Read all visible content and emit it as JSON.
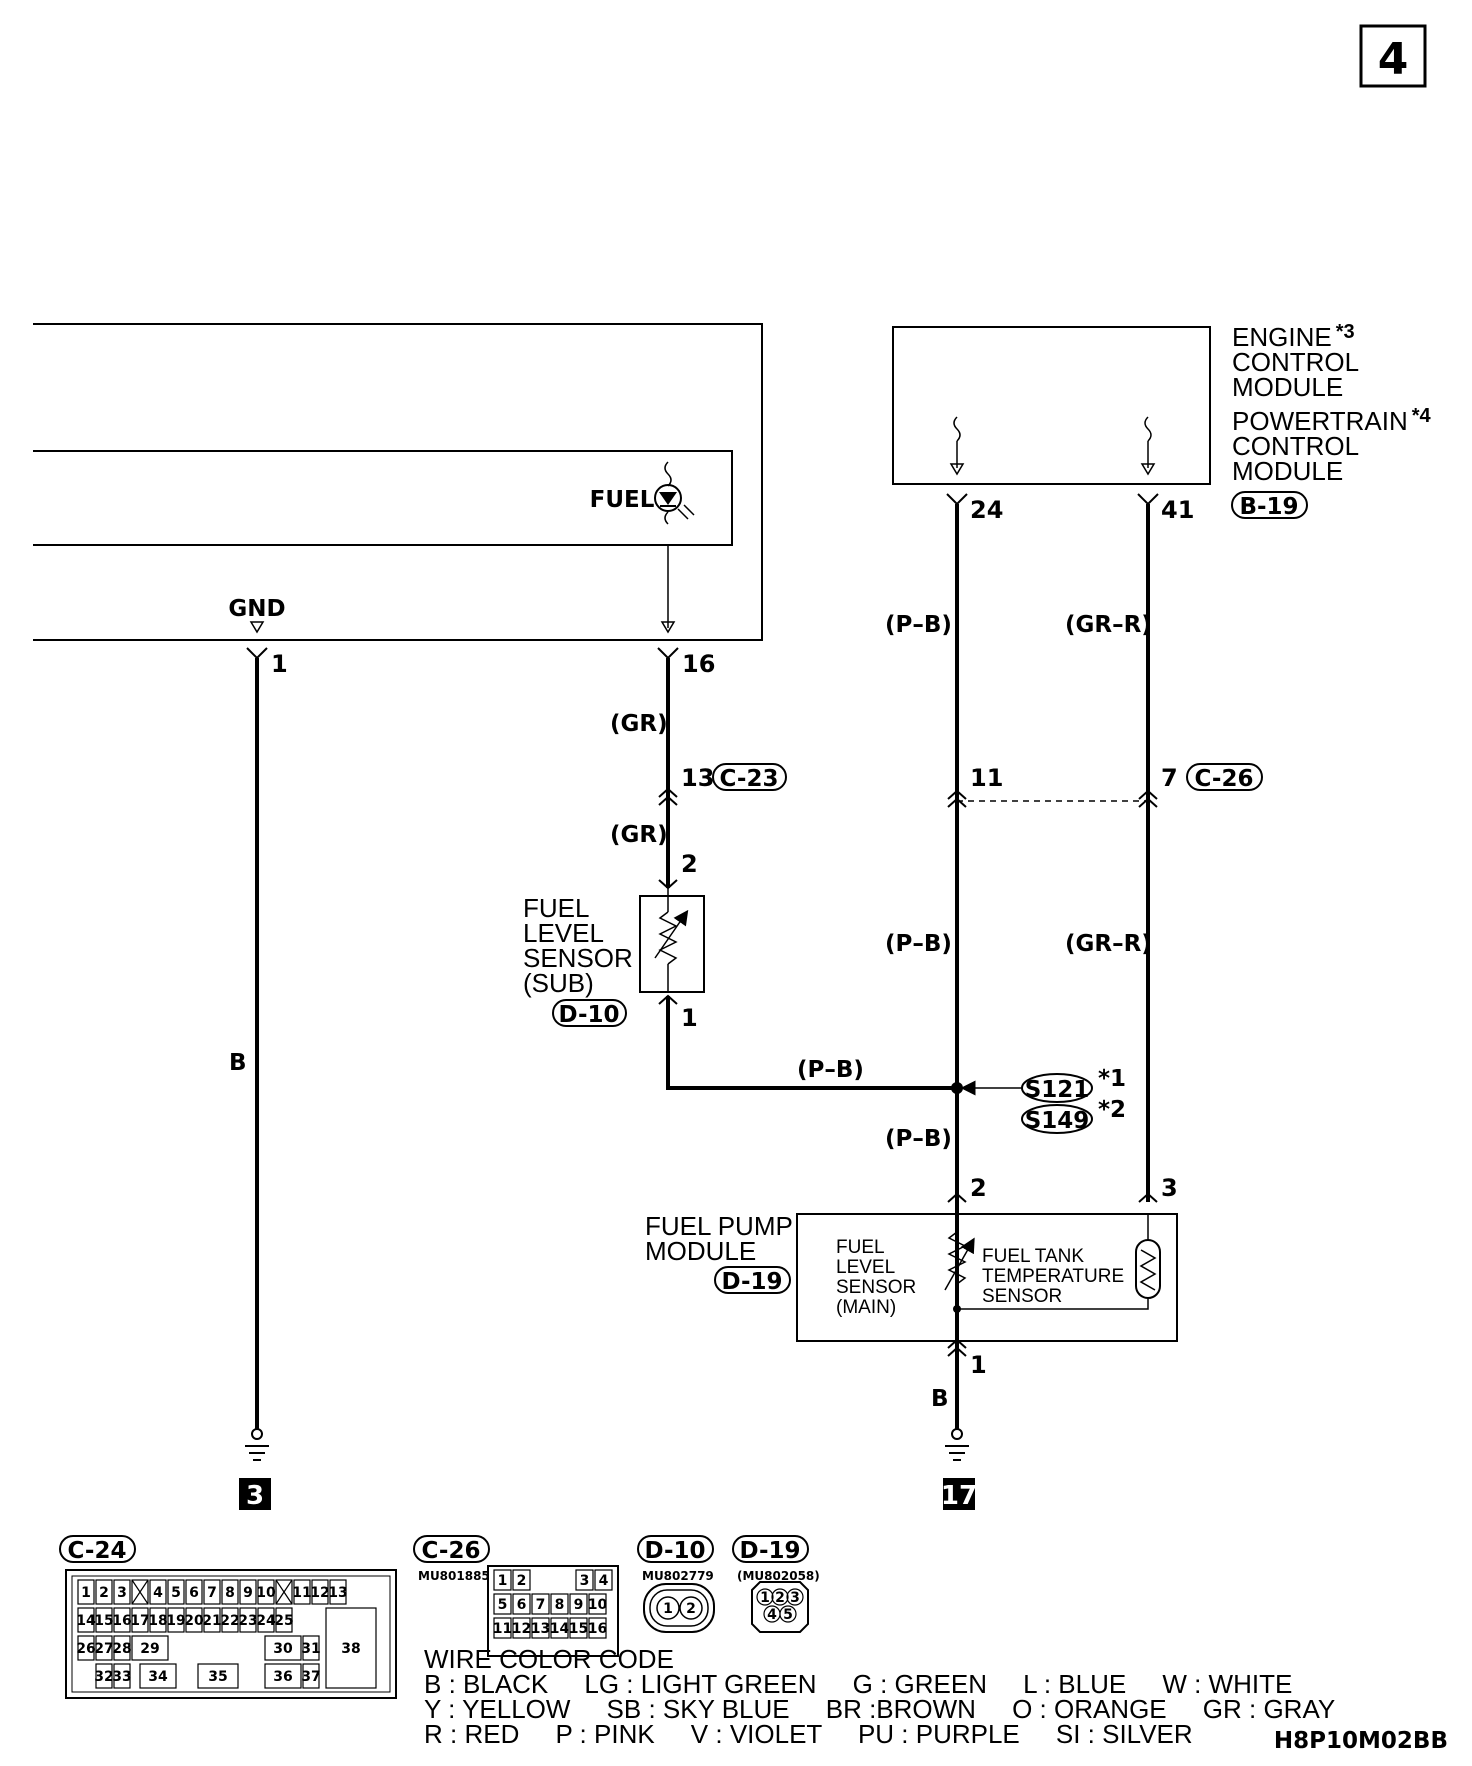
{
  "page_number": "4",
  "fuel_indicator_label": "FUEL",
  "gnd_label": "GND",
  "ecm": {
    "line1": "ENGINE",
    "star1": "*3",
    "line2": "CONTROL",
    "line3": "MODULE",
    "line4": "POWERTRAIN",
    "star2": "*4",
    "line5": "CONTROL",
    "line6": "MODULE",
    "connector": "B-19",
    "pin_a": "24",
    "pin_b": "41"
  },
  "meter_pins": {
    "gnd": "1",
    "fuel": "16"
  },
  "wire_colors": {
    "gnd_wire": "B",
    "gr_upper": "(GR)",
    "gr_lower": "(GR)",
    "pb_top": "(P–B)",
    "grr_top": "(GR–R)",
    "pb_mid": "(P–B)",
    "grr_mid": "(GR–R)",
    "pb_horizontal": "(P–B)",
    "pb_low": "(P–B)",
    "pump_ground": "B"
  },
  "c23": {
    "pin": "13",
    "connector": "C-23"
  },
  "c26": {
    "pin_a": "11",
    "pin_b": "7",
    "connector": "C-26"
  },
  "sub_sensor": {
    "line1": "FUEL",
    "line2": "LEVEL",
    "line3": "SENSOR",
    "line4": "(SUB)",
    "connector": "D-10",
    "pin_top": "2",
    "pin_bottom": "1"
  },
  "splice": {
    "a": "S121",
    "a_note": "*1",
    "b": "S149",
    "b_note": "*2"
  },
  "pump_module": {
    "line1": "FUEL PUMP",
    "line2": "MODULE",
    "connector": "D-19",
    "pin_a": "2",
    "pin_b": "3",
    "pin_ground": "1",
    "main_line1": "FUEL",
    "main_line2": "LEVEL",
    "main_line3": "SENSOR",
    "main_line4": "(MAIN)",
    "temp_line1": "FUEL TANK",
    "temp_line2": "TEMPERATURE",
    "temp_line3": "SENSOR"
  },
  "ground_points": {
    "left": "3",
    "right": "17"
  },
  "connector_views": {
    "c24_label": "C-24",
    "c26_label": "C-26",
    "c26_part": "MU801885",
    "d10_label": "D-10",
    "d10_part": "MU802779",
    "d19_label": "D-19",
    "d19_part": "(MU802058)",
    "c24_cavities": [
      "1",
      "2",
      "3",
      "4",
      "5",
      "6",
      "7",
      "8",
      "9",
      "10",
      "11",
      "12",
      "13",
      "14",
      "15",
      "16",
      "17",
      "18",
      "19",
      "20",
      "21",
      "22",
      "23",
      "24",
      "25",
      "26",
      "27",
      "28",
      "29",
      "30",
      "31",
      "32",
      "33",
      "34",
      "35",
      "36",
      "37",
      "38"
    ],
    "c26_cavities": [
      "1",
      "2",
      "3",
      "4",
      "5",
      "6",
      "7",
      "8",
      "9",
      "10",
      "11",
      "12",
      "13",
      "14",
      "15",
      "16"
    ],
    "d10_cavities": [
      "1",
      "2"
    ],
    "d19_cavities": [
      "1",
      "2",
      "3",
      "4",
      "5"
    ]
  },
  "wire_color_code": {
    "title": "WIRE COLOR CODE",
    "row1": "B : BLACK     LG : LIGHT GREEN     G : GREEN     L : BLUE     W : WHITE",
    "row2": "Y : YELLOW     SB : SKY BLUE     BR :BROWN     O : ORANGE     GR : GRAY",
    "row3": "R : RED     P : PINK     V : VIOLET     PU : PURPLE     SI : SILVER"
  },
  "figure_code": "H8P10M02BB"
}
